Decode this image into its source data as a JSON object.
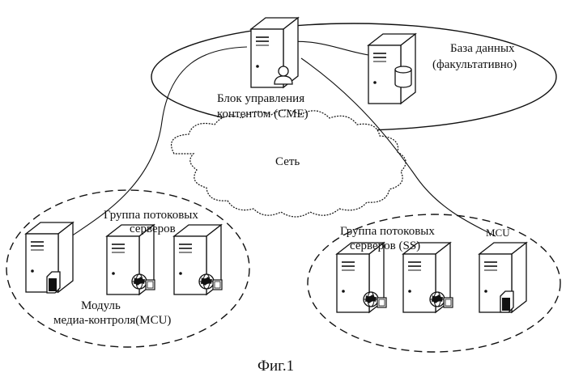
{
  "labels": {
    "cme_line1": "Блок управления",
    "cme_line2": "контентом (CME)",
    "db_line1": "База данных",
    "db_line2": "(факультативно)",
    "network": "Сеть",
    "left_group_line1": "Группа потоковых",
    "left_group_line2": "серверов",
    "left_mcu_line1": "Модуль",
    "left_mcu_line2": "медиа-контроля(MCU)",
    "right_group_line1": "Группа потоковых",
    "right_group_line2": "серверов (SS)",
    "right_mcu": "MCU",
    "figure_caption": "Фиг.1"
  },
  "icons": {
    "server": "server-tower-icon",
    "user": "user-icon",
    "database": "database-cylinder-icon",
    "globe": "globe-icon",
    "module": "module-box-icon",
    "cloud": "cloud-icon"
  }
}
